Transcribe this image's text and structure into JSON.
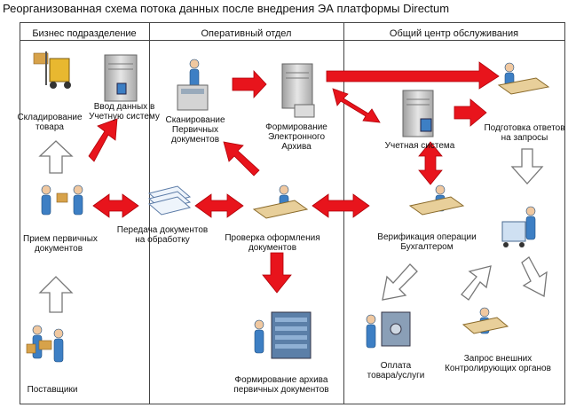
{
  "title": "Реорганизованная схема потока данных после внедрения ЭА платформы Directum",
  "lanes": [
    {
      "label": "Бизнес подразделение"
    },
    {
      "label": "Оперативный отдел"
    },
    {
      "label": "Общий центр обслуживания"
    }
  ],
  "nodes": {
    "warehouse": "Складирование\nтовара",
    "data_entry": "Ввод данных в\nУчетную систему",
    "scanning": "Сканирование\nПервичных\nдокументов",
    "e_archive": "Формирование\nЭлектронного\nАрхива",
    "accounting": "Учетная система",
    "responses": "Подготовка ответов\nна запросы",
    "receipt": "Прием первичных\nдокументов",
    "transfer": "Передача документов\nна обработку",
    "check": "Проверка оформления\nдокументов",
    "verification": "Верификация операции\nБухгалтером",
    "suppliers": "Поставщики",
    "primary_archive": "Формирование архива\nпервичных документов",
    "payment": "Оплата\nтовара/услуги",
    "external_request": "Запрос внешних\nКонтролирующих органов"
  },
  "colors": {
    "arrow_red": "#e8141c",
    "arrow_outline": "#b00008",
    "hollow_arrow": "#777777",
    "person": "#3d7fc4",
    "server": "#b7b7b7"
  }
}
